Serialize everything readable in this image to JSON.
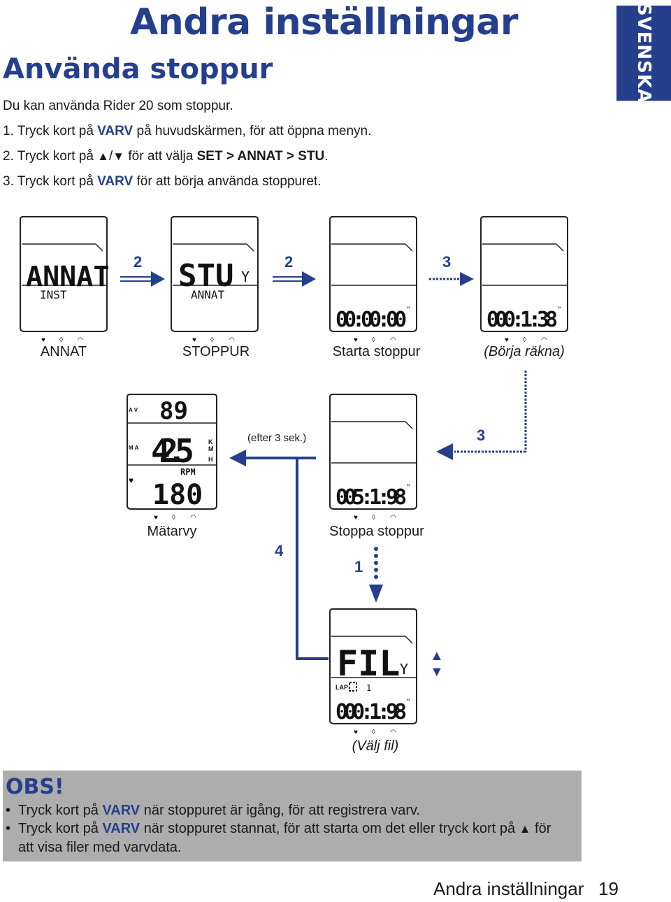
{
  "header": {
    "chapter_title": "Andra inställningar",
    "language_tab": "SVENSKA"
  },
  "section": {
    "title": "Använda stoppur",
    "intro": "Du kan använda Rider 20 som stoppur.",
    "steps": [
      {
        "num": "1.",
        "pre": "Tryck kort på",
        "key": "VARV",
        "post": "på huvudskärmen, för att öppna menyn."
      },
      {
        "num": "2.",
        "pre": "Tryck kort på",
        "up": "▲",
        "sep": "/",
        "down": "▼",
        "mid": "för att välja",
        "path": "SET > ANNAT > STU",
        "end": "."
      },
      {
        "num": "3.",
        "pre": "Tryck kort på",
        "key": "VARV",
        "post": "för att börja använda stoppuret."
      }
    ]
  },
  "diagram": {
    "screens": {
      "annat": {
        "big": "ANNAT",
        "small": "INST",
        "caption": "ANNAT"
      },
      "stu": {
        "big": "STU",
        "mark": "Y",
        "small": "ANNAT",
        "caption": "STOPPUR"
      },
      "start": {
        "time": "00:00:00",
        "sup": "\"",
        "caption": "Starta stoppur"
      },
      "count": {
        "time": "000:1:38",
        "sup": "\"",
        "caption": "(Börja räkna)"
      },
      "meter": {
        "top": "89",
        "mid": "42.5",
        "unit_k": "K",
        "unit_m": "M",
        "unit_h": "H",
        "rpm": "RPM",
        "bot": "180",
        "av": "A V",
        "ma": "M A",
        "caption": "Mätarvy"
      },
      "stop": {
        "time": "005:1:98",
        "sup": "\"",
        "caption": "Stoppa stoppur"
      },
      "file": {
        "big": "FIL",
        "mark": "Y",
        "lap_label": "LAP",
        "lap_num": "1",
        "time": "000:1:98",
        "sup": "\"",
        "caption": "(Välj fil)"
      }
    },
    "step_labels": {
      "s1": "2",
      "s2": "2",
      "s3": "3",
      "s4": "3",
      "s5": "4",
      "s6": "1"
    },
    "after_note": "(efter 3 sek.)",
    "arrows": {
      "up": "▲",
      "down": "▼"
    }
  },
  "obs": {
    "title": "OBS!",
    "bullets": [
      {
        "pre": "Tryck kort på",
        "key": "VARV",
        "post": "när stoppuret är igång, för att registrera varv."
      },
      {
        "pre": "Tryck kort på",
        "key": "VARV",
        "post": "när stoppuret stannat, för att starta om det eller tryck kort på",
        "icon": "▲",
        "end": "för att visa filer med varvdata."
      }
    ],
    "bullet_char": "•"
  },
  "footer": {
    "title": "Andra inställningar",
    "page": "19"
  },
  "colors": {
    "brand_blue": "#253f8c",
    "obs_gray": "#adadad"
  }
}
